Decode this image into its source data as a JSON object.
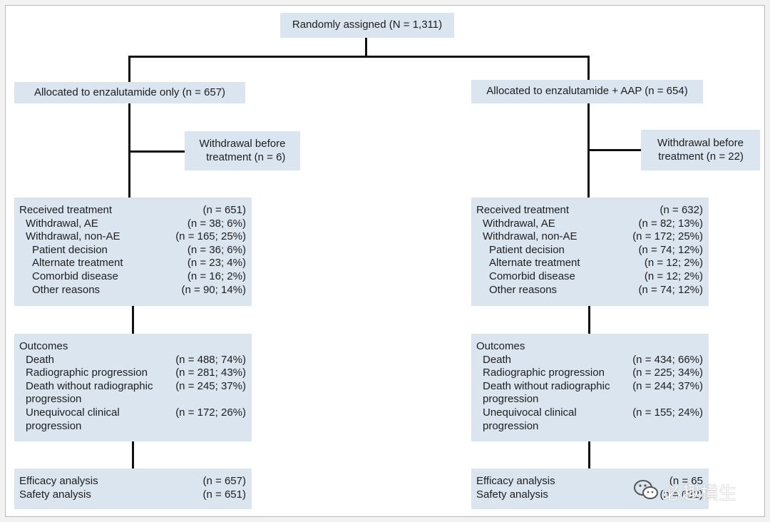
{
  "randomized": "Randomly assigned (N = 1,311)",
  "arms": [
    {
      "allocated": "Allocated to enzalutamide only (n = 657)",
      "withdrawal_l1": "Withdrawal before",
      "withdrawal_l2": "treatment (n = 6)",
      "treatment": [
        {
          "label": "Received treatment",
          "value": "(n = 651)",
          "level": 0
        },
        {
          "label": "Withdrawal, AE",
          "value": "(n = 38; 6%)",
          "level": 1
        },
        {
          "label": "Withdrawal, non-AE",
          "value": "(n = 165; 25%)",
          "level": 1
        },
        {
          "label": "Patient decision",
          "value": "(n = 36; 6%)",
          "level": 2
        },
        {
          "label": "Alternate treatment",
          "value": "(n = 23; 4%)",
          "level": 2
        },
        {
          "label": "Comorbid disease",
          "value": "(n = 16; 2%)",
          "level": 2
        },
        {
          "label": "Other reasons",
          "value": "(n = 90; 14%)",
          "level": 2
        }
      ],
      "outcomes": [
        {
          "label": "Outcomes",
          "value": "",
          "level": 0
        },
        {
          "label": "Death",
          "value": "(n = 488; 74%)",
          "level": 1
        },
        {
          "label": "Radiographic progression",
          "value": "(n = 281; 43%)",
          "level": 1
        },
        {
          "label": "Death without radiographic\n  progression",
          "value": "(n = 245; 37%)",
          "level": 1
        },
        {
          "label": "Unequivocal clinical\n  progression",
          "value": "(n = 172; 26%)",
          "level": 1
        }
      ],
      "analysis": [
        {
          "label": "Efficacy analysis",
          "value": "(n = 657)",
          "level": 0
        },
        {
          "label": "Safety analysis",
          "value": "(n = 651)",
          "level": 0
        }
      ]
    },
    {
      "allocated": "Allocated to enzalutamide + AAP (n = 654)",
      "withdrawal_l1": "Withdrawal before",
      "withdrawal_l2": "treatment (n = 22)",
      "treatment": [
        {
          "label": "Received treatment",
          "value": "(n = 632)",
          "level": 0
        },
        {
          "label": "Withdrawal, AE",
          "value": "(n = 82; 13%)",
          "level": 1
        },
        {
          "label": "Withdrawal, non-AE",
          "value": "(n = 172; 25%)",
          "level": 1
        },
        {
          "label": "Patient decision",
          "value": "(n = 74; 12%)",
          "level": 2
        },
        {
          "label": "Alternate treatment",
          "value": "(n = 12; 2%)",
          "level": 2
        },
        {
          "label": "Comorbid disease",
          "value": "(n = 12; 2%)",
          "level": 2
        },
        {
          "label": "Other reasons",
          "value": "(n = 74; 12%)",
          "level": 2
        }
      ],
      "outcomes": [
        {
          "label": "Outcomes",
          "value": "",
          "level": 0
        },
        {
          "label": "Death",
          "value": "(n = 434; 66%)",
          "level": 1
        },
        {
          "label": "Radiographic progression",
          "value": "(n = 225; 34%)",
          "level": 1
        },
        {
          "label": "Death without radiographic\n  progression",
          "value": "(n = 244; 37%)",
          "level": 1
        },
        {
          "label": "Unequivocal clinical\n  progression",
          "value": "(n = 155; 24%)",
          "level": 1
        }
      ],
      "analysis": [
        {
          "label": "Efficacy analysis",
          "value": "(n = 65",
          "level": 0
        },
        {
          "label": "Safety analysis",
          "value": "(n = 632)",
          "level": 0
        }
      ]
    }
  ],
  "watermark": "必趣横生",
  "watermark_icon": "wechat-icon",
  "colors": {
    "box_fill": "#dbe5f0",
    "line": "#111111",
    "background": "#ffffff"
  }
}
